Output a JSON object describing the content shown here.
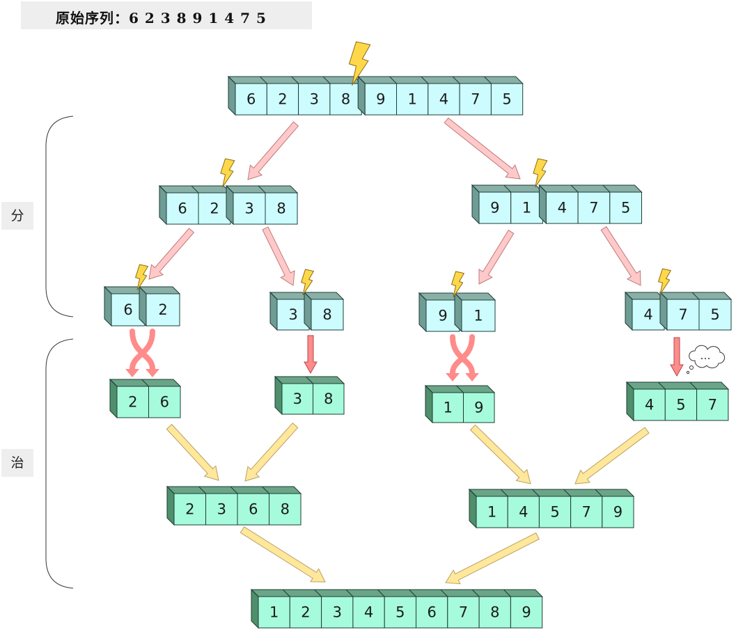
{
  "title": "原始序列：6 2 3 8 9 1 4 7 5",
  "phases": {
    "divide": "分",
    "conquer": "治"
  },
  "ellipsis": "…",
  "colors": {
    "divide_face": "#cdfcff",
    "divide_side": "#6f9c94",
    "divide_top": "#89b0a6",
    "conquer_face": "#a6fbdc",
    "conquer_side": "#4f8f6c",
    "conquer_top": "#6aa587",
    "split_arrow": "#ffc9c9",
    "split_arrow_stroke": "#c07878",
    "swap_arrow": "#ff8b8b",
    "merge_arrow": "#ffe79c",
    "merge_arrow_stroke": "#b8a060",
    "lightning": "#ffd84a"
  },
  "arrays": {
    "root": [
      [
        6,
        2,
        3,
        8
      ],
      [
        9,
        1,
        4,
        7,
        5
      ]
    ],
    "left": [
      [
        6,
        2
      ],
      [
        3,
        8
      ]
    ],
    "right": [
      [
        9,
        1
      ],
      [
        4,
        7,
        5
      ]
    ],
    "leaf_62": [
      [
        6
      ],
      [
        2
      ]
    ],
    "leaf_38": [
      [
        3
      ],
      [
        8
      ]
    ],
    "leaf_91": [
      [
        9
      ],
      [
        1
      ]
    ],
    "leaf_475": [
      [
        4
      ],
      [
        7,
        5
      ]
    ],
    "sorted_26": [
      [
        2,
        6
      ]
    ],
    "sorted_38": [
      [
        3,
        8
      ]
    ],
    "sorted_19": [
      [
        1,
        9
      ]
    ],
    "sorted_457": [
      [
        4,
        5,
        7
      ]
    ],
    "merged_left": [
      [
        2,
        3,
        6,
        8
      ]
    ],
    "merged_right": [
      [
        1,
        4,
        5,
        7,
        9
      ]
    ],
    "result": [
      [
        1,
        2,
        3,
        4,
        5,
        6,
        7,
        8,
        9
      ]
    ]
  }
}
